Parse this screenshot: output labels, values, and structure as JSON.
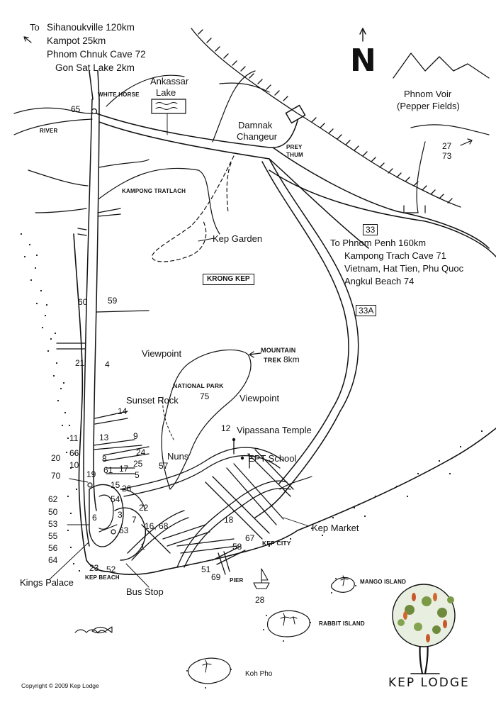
{
  "destinations_west": {
    "to_label": "To",
    "lines": [
      "Sihanoukville 120km",
      "Kampot 25km",
      "Phnom Chnuk Cave 72",
      "Gon Sat Lake 2km"
    ]
  },
  "destinations_east": {
    "lines": [
      "To Phnom Penh 160km",
      "Kampong Trach Cave  71",
      "Vietnam, Hat Tien, Phu Quoc",
      "Angkul Beach  74"
    ]
  },
  "compass": {
    "letter": "N"
  },
  "mountains": {
    "title": "Phnom Voir",
    "subtitle": "(Pepper Fields)"
  },
  "places": {
    "white_horse": "WHITE HORSE",
    "ankassar": "Ankassar",
    "lake": "Lake",
    "river": "RIVER",
    "damnak": "Damnak",
    "changeur": "Changeur",
    "prey": "PREY",
    "thum": "THUM",
    "kampong_tratlach": "KAMPONG TRATLACH",
    "kep_garden": "Kep Garden",
    "krong_kep": "KRONG KEP",
    "viewpoint_1": "Viewpoint",
    "viewpoint_2": "Viewpoint",
    "mountain": "MOUNTAIN",
    "trek": "TREK",
    "trek_km": "8km",
    "national_park": "NATIONAL PARK",
    "sunset_rock": "Sunset Rock",
    "nuns": "Nuns",
    "vipassana": "Vipassana Temple",
    "ept_school": "EPT School",
    "kep_market": "Kep Market",
    "kep_city": "KEP CITY",
    "kings_palace": "Kings Palace",
    "kep_beach": "KEP BEACH",
    "bus_stop": "Bus Stop",
    "pier": "PIER",
    "mango_island": "MANGO ISLAND",
    "rabbit_island": "RABBIT ISLAND",
    "koh_pho": "Koh Pho"
  },
  "road_shields": {
    "r33": "33",
    "r33a": "33A"
  },
  "numbers": {
    "n65": "65",
    "n27": "27",
    "n73": "73",
    "n60": "60",
    "n59": "59",
    "n21": "21",
    "n4": "4",
    "n14": "14",
    "n11": "11",
    "n13": "13",
    "n9": "9",
    "n20": "20",
    "n66": "66",
    "n8": "8",
    "n24": "24",
    "n10": "10",
    "n25": "25",
    "n61": "61",
    "n17": "17",
    "n5": "5",
    "n70": "70",
    "n19": "19",
    "n15": "15",
    "n26": "26",
    "n57": "57",
    "n75": "75",
    "n12": "12",
    "n62": "62",
    "n50": "50",
    "n54": "54",
    "n22": "22",
    "n53": "53",
    "n6": "6",
    "n3": "3",
    "n7": "7",
    "n55": "55",
    "n63": "63",
    "n16_68": "16, 68",
    "n56": "56",
    "n64": "64",
    "n1": "1",
    "n18": "18",
    "n67": "67",
    "n58": "58",
    "n23": "23",
    "n52": "52",
    "n51": "51",
    "n69": "69",
    "n28": "28"
  },
  "logo": {
    "name": "KEP LODGE"
  },
  "copyright": "Copyright © 2009 Kep Lodge"
}
